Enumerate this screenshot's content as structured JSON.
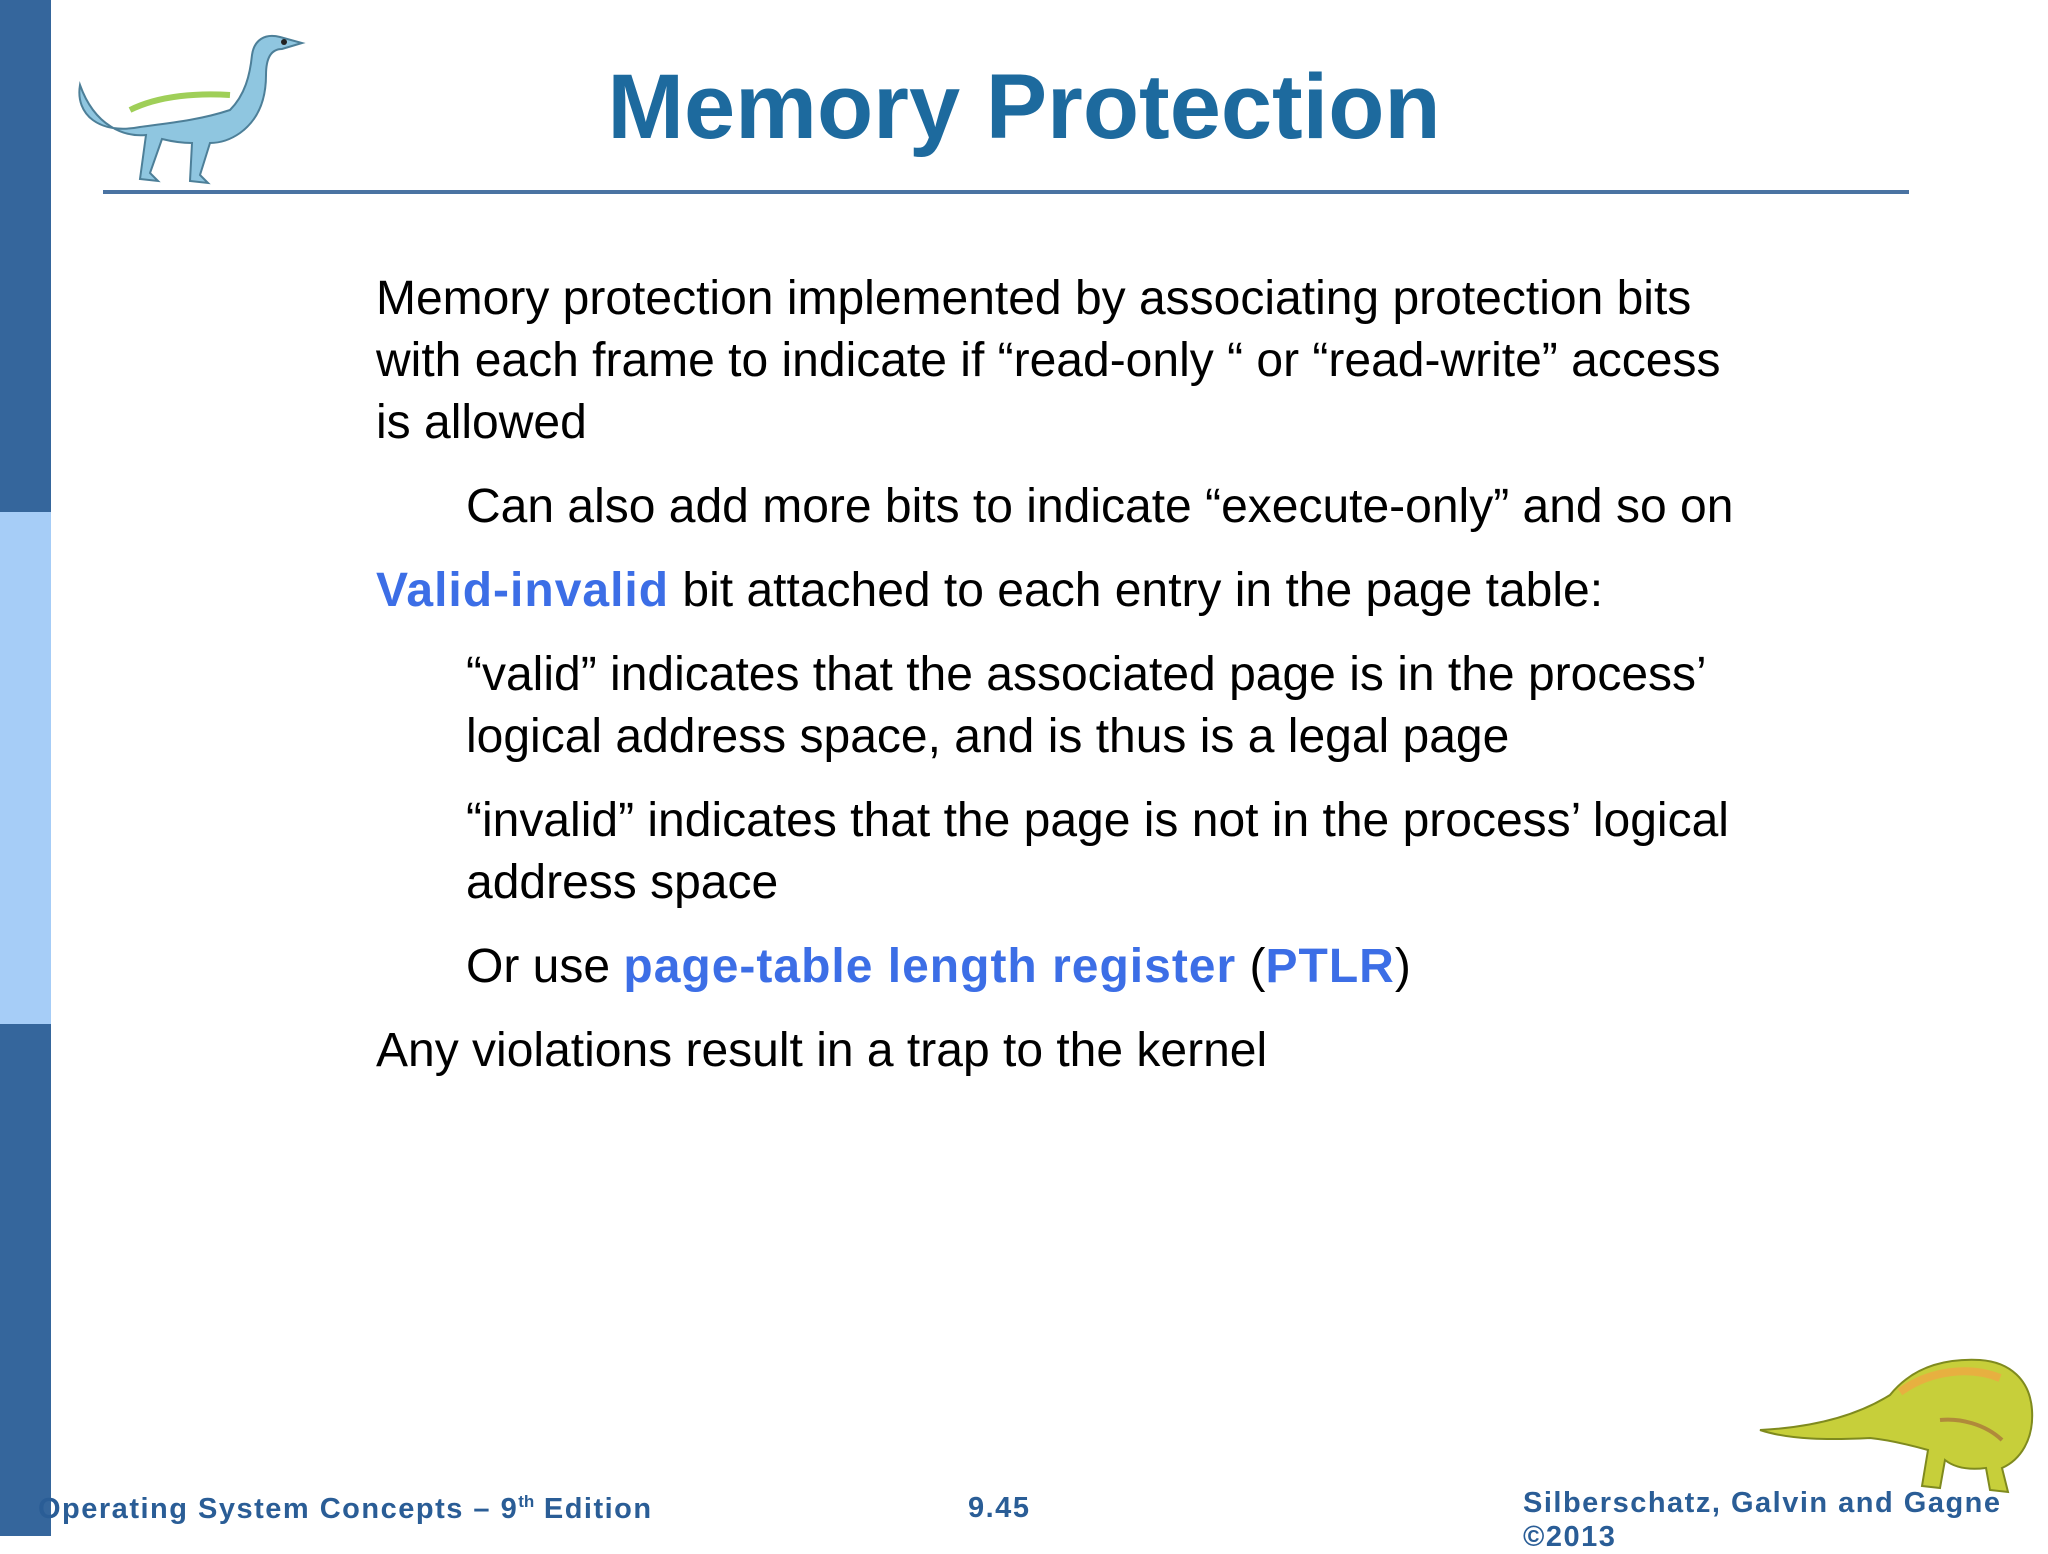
{
  "slide": {
    "title": "Memory Protection",
    "bullets": [
      {
        "level": 1,
        "text": "Memory protection implemented by associating protection bits with each frame to indicate if “read-only “ or “read-write” access is allowed"
      },
      {
        "level": 2,
        "text": "Can also add more bits to indicate “execute-only”  and so on"
      },
      {
        "level": 1,
        "keyword": "Valid-invalid",
        "text": " bit attached to each entry in the page table:"
      },
      {
        "level": 2,
        "text": "“valid” indicates that the associated page is in the process’ logical address space, and is thus is a legal page"
      },
      {
        "level": 2,
        "text": "“invalid” indicates that the page is not in the process’ logical address space"
      },
      {
        "level": 2,
        "prefix": "Or use ",
        "keyword": "page-table length register",
        "mid": " (",
        "keyword2": "PTLR",
        "suffix": ")"
      },
      {
        "level": 1,
        "text": "Any violations result in a trap to the kernel"
      }
    ]
  },
  "footer": {
    "book_prefix": "Operating System Concepts – 9",
    "book_sup": "th",
    "book_suffix": " Edition",
    "page_number": "9.45",
    "authors": "Silberschatz, Galvin and Gagne ©2013"
  },
  "colors": {
    "title": "#1d6a9e",
    "keyword": "#3c6ee6",
    "sidebar_dark": "#35669c",
    "sidebar_light": "#a6cdf7",
    "footer": "#2a5d96"
  }
}
